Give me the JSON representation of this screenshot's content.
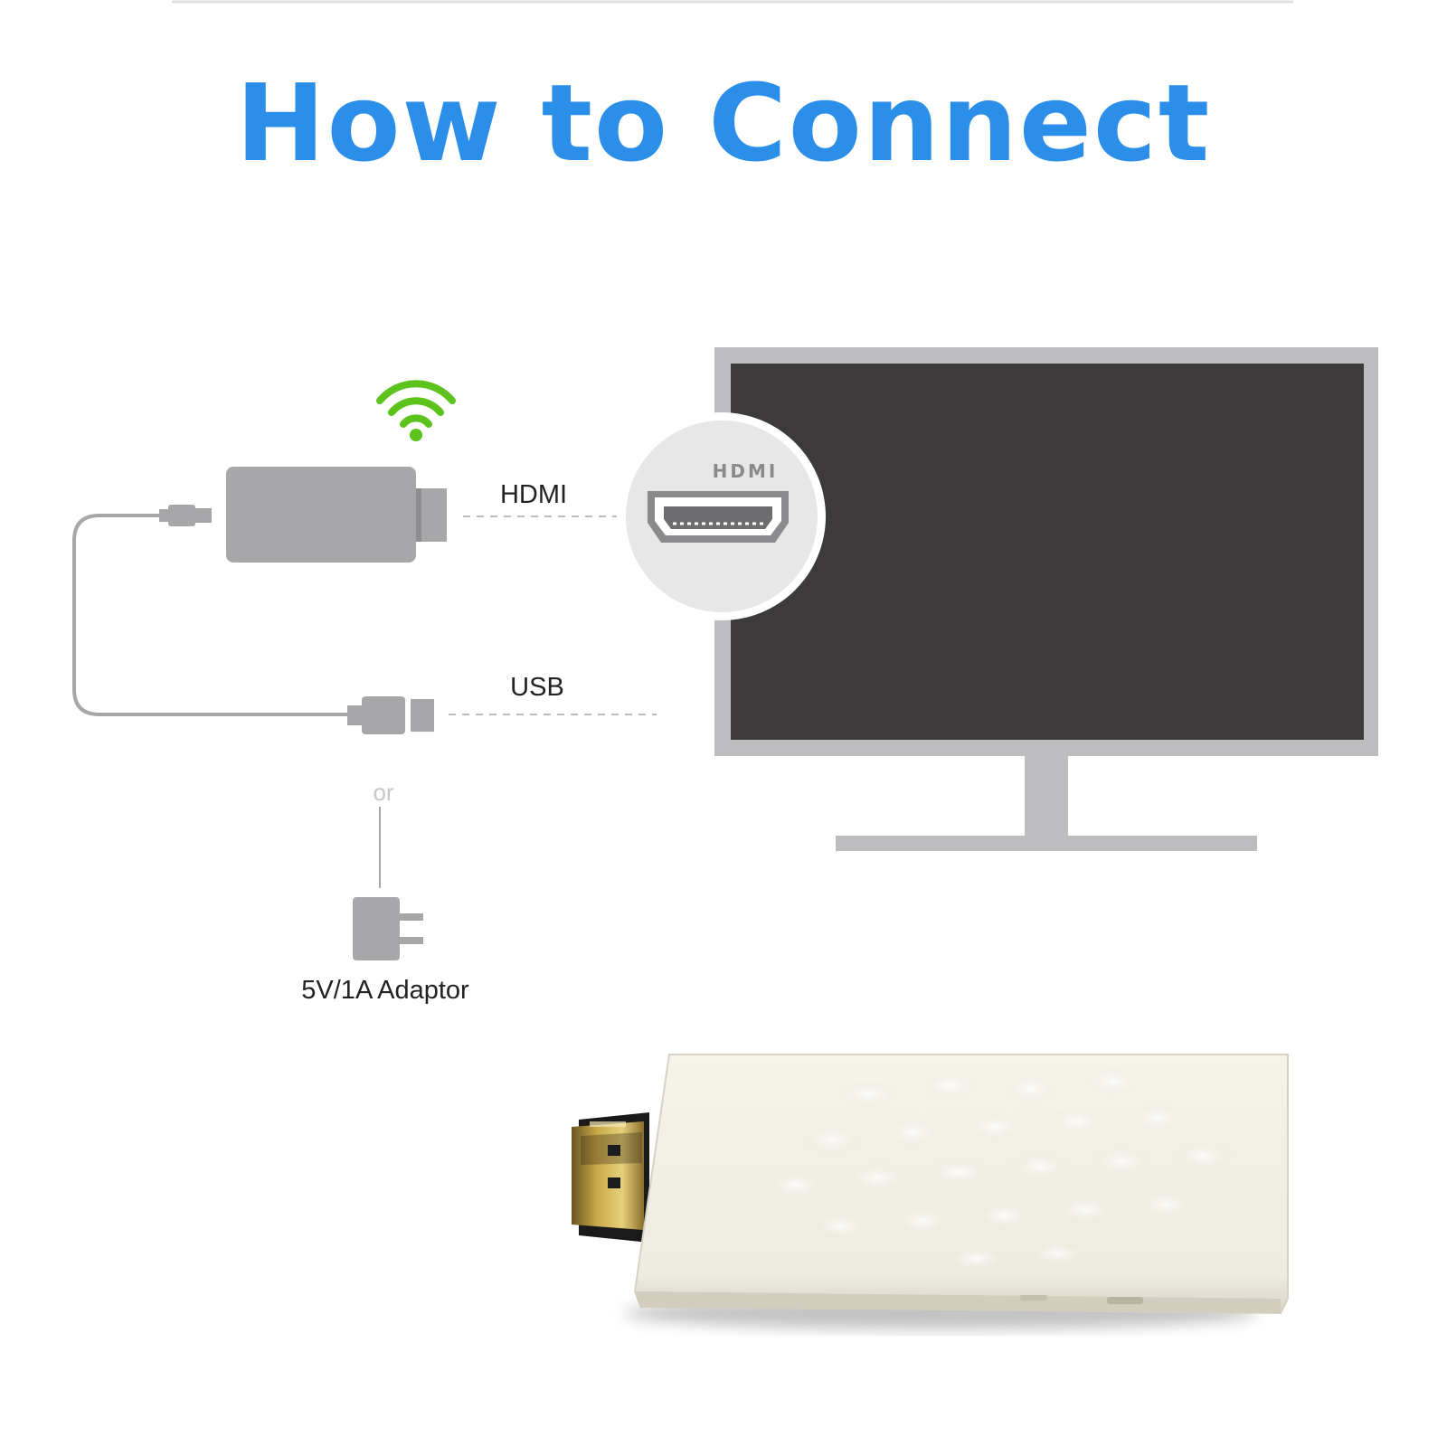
{
  "title": "How to Connect",
  "labels": {
    "hdmi": "HDMI",
    "usb": "USB",
    "or": "or",
    "adaptor": "5V/1A Adaptor",
    "port_logo": "HDMI"
  },
  "icons": [
    "wifi-icon",
    "dongle-icon",
    "micro-usb-plug-icon",
    "usb-plug-icon",
    "power-adaptor-icon",
    "hdmi-port-icon",
    "monitor-icon"
  ],
  "colors": {
    "title": "#2b8ee8",
    "wifi": "#5cc21c",
    "device_gray": "#a7a7a9",
    "screen": "#3c3a3b",
    "bezel": "#b9b9bc"
  }
}
